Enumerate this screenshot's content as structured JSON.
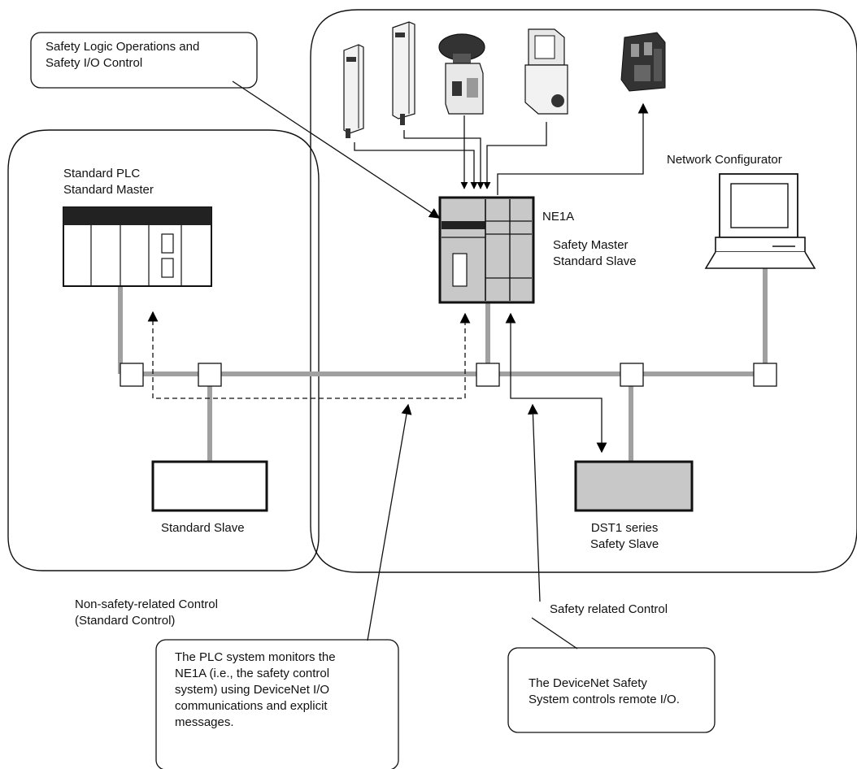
{
  "callouts": {
    "safety_logic": [
      "Safety Logic Operations and",
      "Safety I/O Control"
    ],
    "plc_monitor": [
      "The PLC system monitors the",
      "NE1A (i.e., the safety control",
      "system) using DeviceNet I/O",
      "communications and explicit",
      "messages."
    ],
    "devicenet_safety": [
      "The DeviceNet Safety",
      "System controls remote I/O."
    ]
  },
  "labels": {
    "standard_plc": [
      "Standard PLC",
      "Standard Master"
    ],
    "ne1a": "NE1A",
    "ne1a_role": [
      "Safety Master",
      "Standard Slave"
    ],
    "network_configurator": "Network Configurator",
    "standard_slave": "Standard Slave",
    "dst1": [
      "DST1 series",
      "Safety Slave"
    ],
    "non_safety": [
      "Non-safety-related Control",
      "(Standard Control)"
    ],
    "safety_related": "Safety related Control"
  },
  "devices": {
    "inputs": [
      "light-curtain-short-icon",
      "light-curtain-long-icon",
      "emergency-stop-icon",
      "door-switch-icon"
    ],
    "output": "contactor-icon"
  }
}
